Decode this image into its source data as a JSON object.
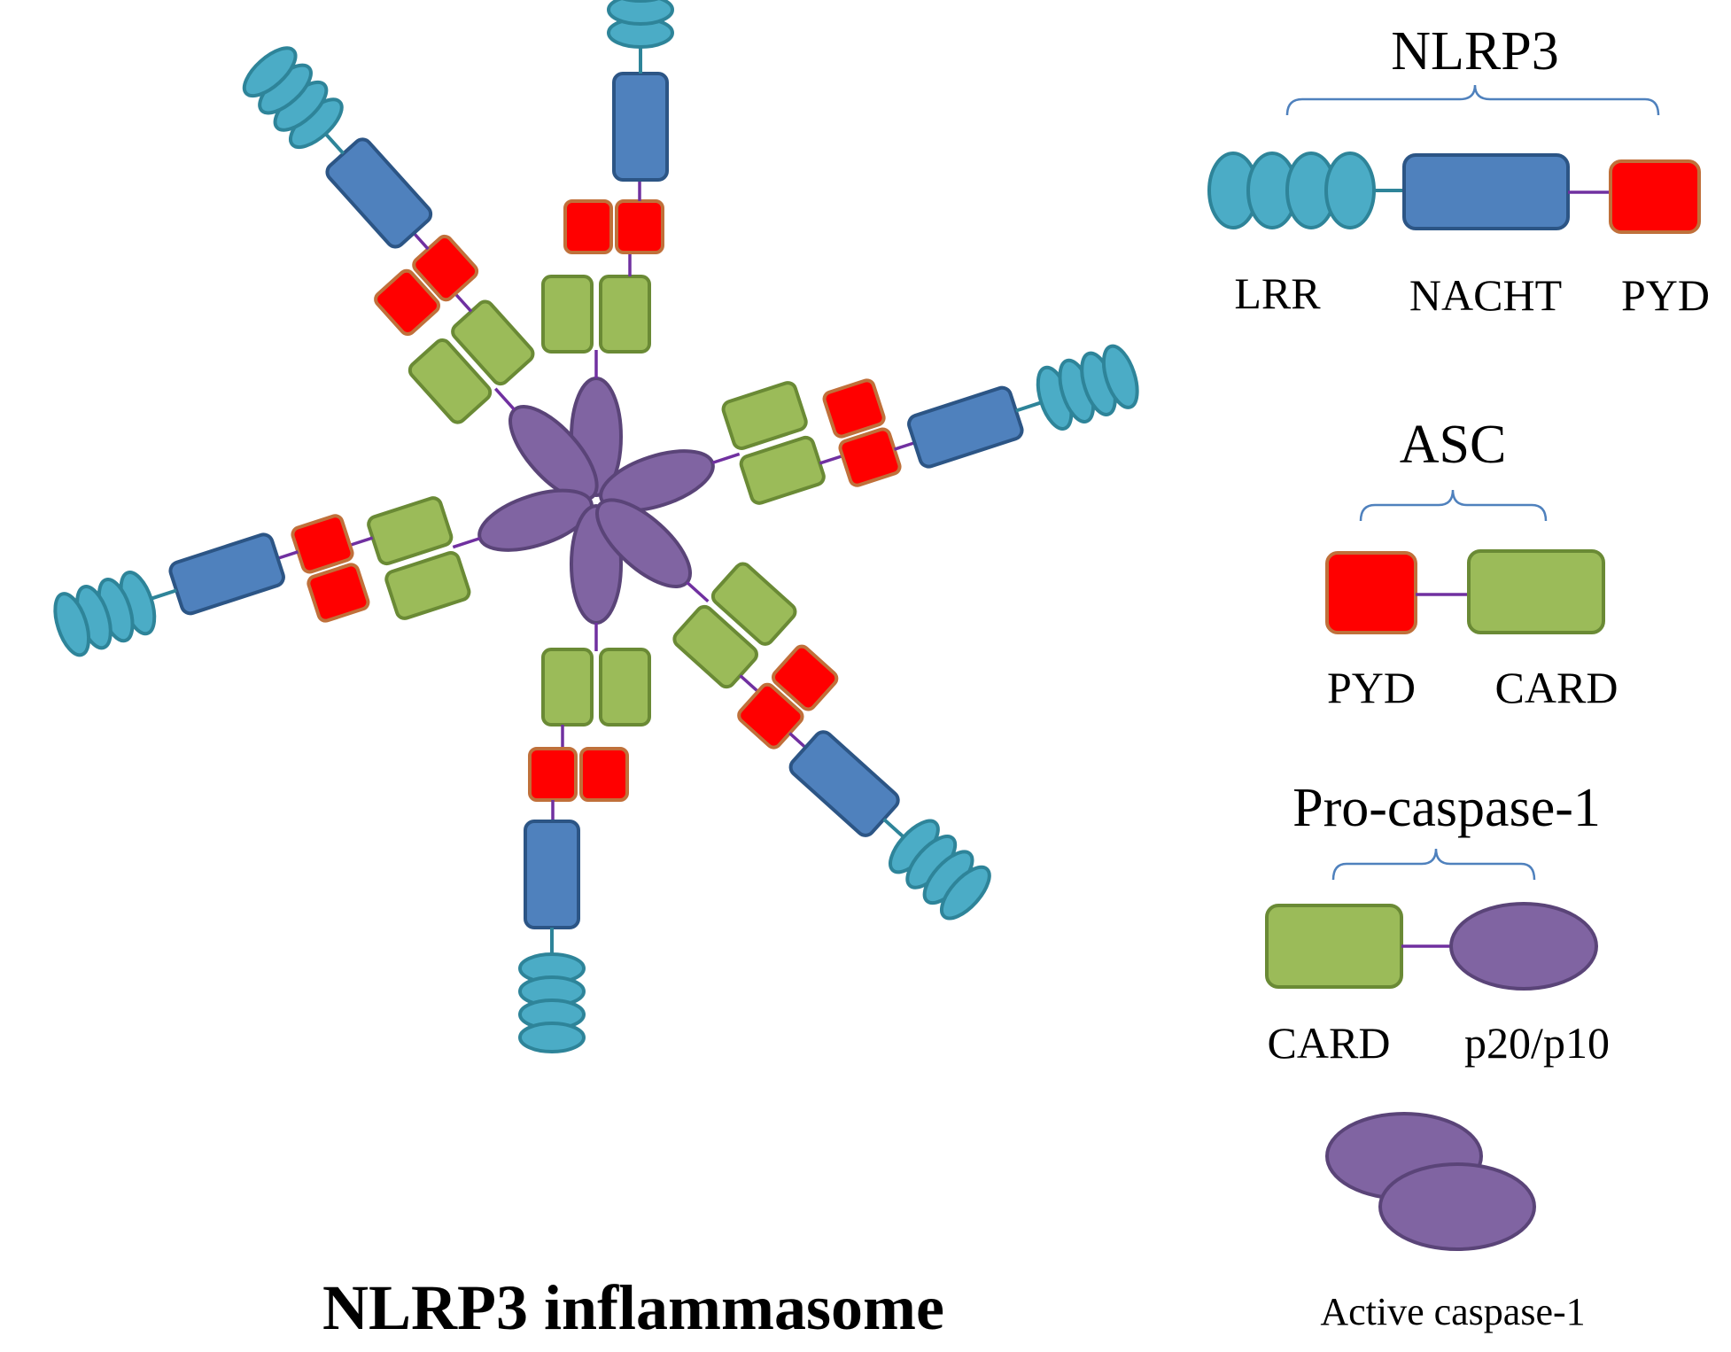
{
  "title": "NLRP3 inflammasome",
  "legend": {
    "nlrp3": {
      "title": "NLRP3",
      "domains": [
        "LRR",
        "NACHT",
        "PYD"
      ]
    },
    "asc": {
      "title": "ASC",
      "domains": [
        "PYD",
        "CARD"
      ]
    },
    "procaspase": {
      "title": "Pro-caspase-1",
      "domains": [
        "CARD",
        "p20/p10"
      ]
    },
    "active_caspase": {
      "label": "Active caspase-1"
    }
  },
  "colors": {
    "lrr": "#4bacc6",
    "nacht": "#4f81bd",
    "pyd": "#ff0000",
    "card": "#9bbb59",
    "caspase": "#8064a2",
    "brace": "#4f81bd"
  }
}
